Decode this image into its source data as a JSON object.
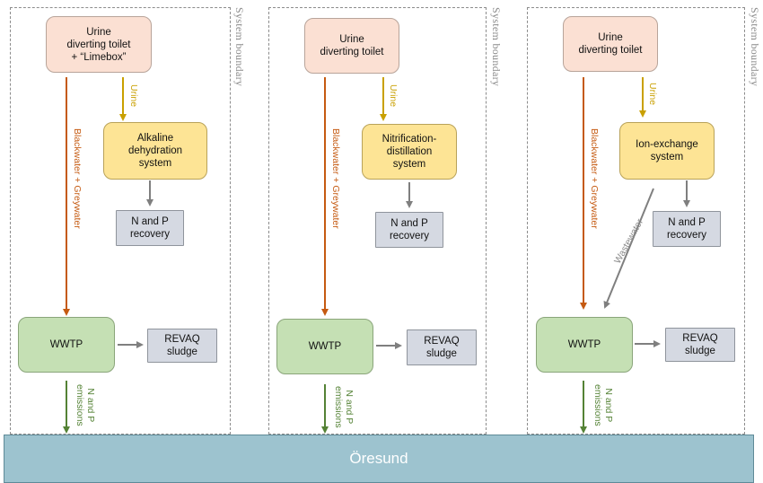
{
  "boundary_label": "System boundary",
  "sea_label": "Öresund",
  "systems": [
    {
      "toilet": "Urine\ndiverting toilet\n+ “Limebox”",
      "urine_label": "Urine",
      "process": "Alkaline\ndehydration\nsystem",
      "recovery": "N and P\nrecovery",
      "blackwater_label": "Blackwater + Greywater",
      "wwtp": "WWTP",
      "sludge": "REVAQ\nsludge",
      "emissions_label": "N and P\nemissions"
    },
    {
      "toilet": "Urine\ndiverting toilet",
      "urine_label": "Urine",
      "process": "Nitrification-\ndistillation\nsystem",
      "recovery": "N and P\nrecovery",
      "blackwater_label": "Blackwater + Greywater",
      "wwtp": "WWTP",
      "sludge": "REVAQ\nsludge",
      "emissions_label": "N and P\nemissions"
    },
    {
      "toilet": "Urine\ndiverting toilet",
      "urine_label": "Urine",
      "process": "Ion-exchange\nsystem",
      "recovery": "N and P\nrecovery",
      "blackwater_label": "Blackwater + Greywater",
      "wastewater_label": "Wastewater",
      "wwtp": "WWTP",
      "sludge": "REVAQ\nsludge",
      "emissions_label": "N and P\nemissions"
    }
  ],
  "colors": {
    "urine_arrow": "#c9a000",
    "blackwater_arrow": "#c55a11",
    "emissions_arrow": "#548235",
    "gray_arrow": "#7f7f7f",
    "toilet_fill": "#fbe0d3",
    "process_fill": "#fde495",
    "recovery_fill": "#d5d9e2",
    "wwtp_fill": "#c5e0b4",
    "sea_fill": "#9dc3cf"
  }
}
